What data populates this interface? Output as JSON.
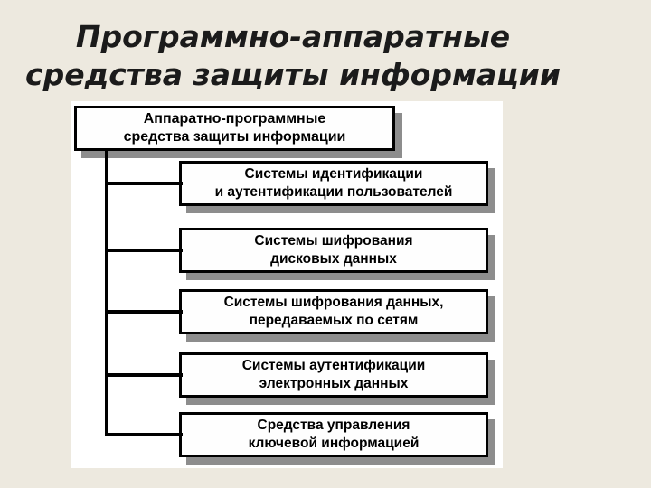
{
  "title": {
    "line1": "Программно-аппаратные",
    "line2": "средства защиты информации"
  },
  "diagram": {
    "root": {
      "line1": "Аппаратно-программные",
      "line2": "средства защиты информации"
    },
    "children": [
      {
        "line1": "Системы идентификации",
        "line2": "и аутентификации пользователей"
      },
      {
        "line1": "Системы шифрования",
        "line2": "дисковых данных"
      },
      {
        "line1": "Системы шифрования данных,",
        "line2": "передаваемых по сетям"
      },
      {
        "line1": "Системы аутентификации",
        "line2": "электронных данных"
      },
      {
        "line1": "Средства управления",
        "line2": "ключевой информацией"
      }
    ]
  },
  "colors": {
    "slide_background": "#ede9df",
    "panel_background": "#ffffff",
    "box_fill": "#fefefe",
    "box_border": "#000000",
    "box_shadow": "#8d8d8d",
    "connector": "#000000",
    "title_text": "#1b1b1b",
    "box_text": "#000000"
  }
}
